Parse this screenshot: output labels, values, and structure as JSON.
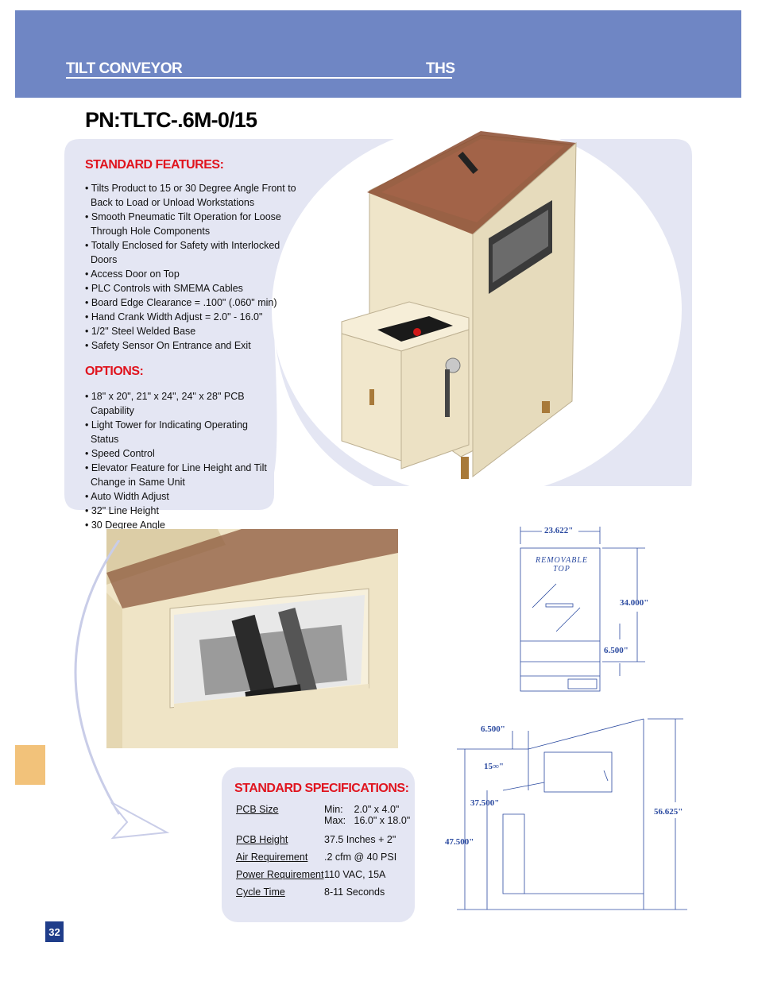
{
  "header": {
    "title": "TILT CONVEYOR",
    "code": "THS"
  },
  "part_number": "PN:TLTC-.6M-0/15",
  "standard_features": {
    "heading": "STANDARD FEATURES:",
    "items": [
      "Tilts Product to 15 or 30 Degree Angle Front to Back to Load or Unload Workstations",
      "Smooth Pneumatic Tilt Operation for Loose Through Hole Components",
      "Totally Enclosed for Safety with Interlocked Doors",
      "Access Door on Top",
      "PLC Controls with SMEMA Cables",
      "Board Edge Clearance = .100\" (.060\" min)",
      "Hand Crank Width Adjust = 2.0\" - 16.0\"",
      "1/2\" Steel Welded Base",
      "Safety Sensor On Entrance and Exit"
    ]
  },
  "options": {
    "heading": "OPTIONS:",
    "items": [
      "18\" x 20\", 21\" x 24\", 24\" x 28\" PCB Capability",
      "Light Tower for Indicating Operating Status",
      "Speed Control",
      "Elevator Feature for Line Height and Tilt Change in Same Unit",
      "Auto Width Adjust",
      "32\" Line Height",
      "30 Degree Angle"
    ]
  },
  "specifications": {
    "heading": "STANDARD SPECIFICATIONS:",
    "rows": [
      {
        "label": "PCB Size",
        "value": "Min:    2.0\" x 4.0\"",
        "value2": "Max:   16.0\" x 18.0\""
      },
      {
        "label": "PCB Height",
        "value": "37.5 Inches + 2\"",
        "value2": ""
      },
      {
        "label": "Air Requirement",
        "value": ".2 cfm @ 40 PSI",
        "value2": ""
      },
      {
        "label": "Power Requirement",
        "value": "110 VAC, 15A",
        "value2": ""
      },
      {
        "label": "Cycle Time",
        "value": "8-11 Seconds",
        "value2": ""
      }
    ]
  },
  "drawing_front": {
    "width": "23.622\"",
    "removable_top": "REMOVABLE TOP",
    "height": "34.000\"",
    "lower": "6.500\""
  },
  "drawing_side": {
    "top_offset": "6.500\"",
    "angle": "15∞\"",
    "line_height": "37.500\"",
    "overall": "56.625\"",
    "base_height": "47.500\""
  },
  "page_number": "32",
  "colors": {
    "header": "#6f86c4",
    "panel": "#e4e6f3",
    "accent_red": "#e0141e",
    "machine": "#eee4c8"
  }
}
